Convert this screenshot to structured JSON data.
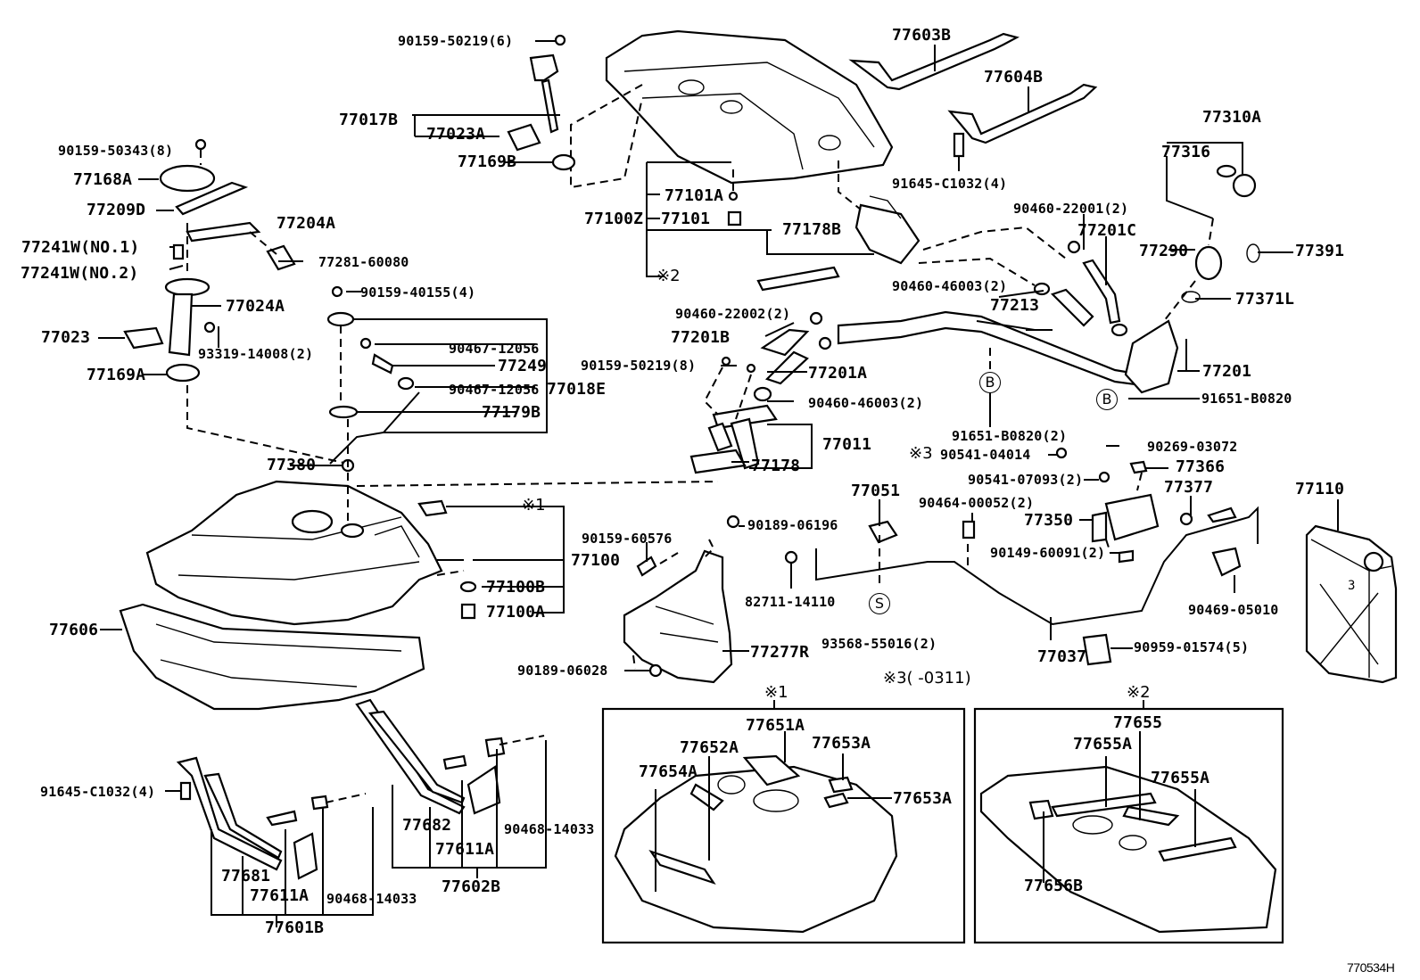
{
  "diagram": {
    "title": "Fuel Tank & Tube Parts Diagram",
    "reference_code": "770534H",
    "labels": {
      "p90159_50219_6": "90159-50219(6)",
      "p77017B": "77017B",
      "p77023A": "77023A",
      "p77169B": "77169B",
      "p90159_50343_8": "90159-50343(8)",
      "p77168A": "77168A",
      "p77209D": "77209D",
      "p77204A": "77204A",
      "p77241W_1": "77241W(NO.1)",
      "p77241W_2": "77241W(NO.2)",
      "p77281_60080": "77281-60080",
      "p77024A": "77024A",
      "p77023": "77023",
      "p93319_14008": "93319-14008(2)",
      "p77169A": "77169A",
      "p90159_40155": "90159-40155(4)",
      "p90467_12056_a": "90467-12056",
      "p77249": "77249",
      "p90467_12056_b": "90467-12056",
      "p77018E": "77018E",
      "p77179B": "77179B",
      "p77380": "77380",
      "p77101A": "77101A",
      "p77100Z": "77100Z",
      "p77101": "77101",
      "p77178B": "77178B",
      "note2_ref": "※2",
      "p77603B": "77603B",
      "p77604B": "77604B",
      "p91645_C1032_top": "91645-C1032(4)",
      "p77310A": "77310A",
      "p77316": "77316",
      "p90460_22001": "90460-22001(2)",
      "p77201C": "77201C",
      "p77290": "77290",
      "p77391": "77391",
      "p90460_46003_top": "90460-46003(2)",
      "p77213": "77213",
      "p77371L": "77371L",
      "p90460_22002": "90460-22002(2)",
      "p77201B": "77201B",
      "p90159_50219_8": "90159-50219(8)",
      "p77201A": "77201A",
      "p90460_46003_mid": "90460-46003(2)",
      "p77201": "77201",
      "p91651_B0820": "91651-B0820",
      "p91651_B0820_2": "91651-B0820(2)",
      "p77011": "77011",
      "p77178": "77178",
      "p90269_03072": "90269-03072",
      "note3_a": "※3",
      "p90541_04014": "90541-04014",
      "p77366": "77366",
      "p90541_07093": "90541-07093(2)",
      "p77377": "77377",
      "p77110": "77110",
      "p77051": "77051",
      "p90464_00052": "90464-00052(2)",
      "p77350": "77350",
      "p90149_60091": "90149-60091(2)",
      "p90189_06196": "90189-06196",
      "p90159_60576": "90159-60576",
      "p82711_14110": "82711-14110",
      "p90469_05010": "90469-05010",
      "note1_ref": "※1",
      "p77100": "77100",
      "p77100B": "77100B",
      "p77100A": "77100A",
      "p77606": "77606",
      "p93568_55016": "93568-55016(2)",
      "p77277R": "77277R",
      "p77037": "77037",
      "p90959_01574": "90959-01574(5)",
      "p90189_06028": "90189-06028",
      "note3_range": "※3(    -0311)",
      "p91645_C1032_bot": "91645-C1032(4)",
      "p77681": "77681",
      "p77611A_a": "77611A",
      "p90468_14033_a": "90468-14033",
      "p77601B": "77601B",
      "p77682": "77682",
      "p77611A_b": "77611A",
      "p90468_14033_b": "90468-14033",
      "p77602B": "77602B"
    },
    "circle_marks": {
      "b_upper": "B",
      "b_right": "B",
      "s_mark": "S"
    },
    "inset1": {
      "title": "※1",
      "labels": {
        "p77651A": "77651A",
        "p77652A": "77652A",
        "p77653A_a": "77653A",
        "p77654A": "77654A",
        "p77653A_b": "77653A"
      }
    },
    "inset2": {
      "title": "※2",
      "labels": {
        "p77655": "77655",
        "p77655A_a": "77655A",
        "p77655A_b": "77655A",
        "p77656B": "77656B"
      }
    },
    "jerry_can_mark": "3"
  }
}
